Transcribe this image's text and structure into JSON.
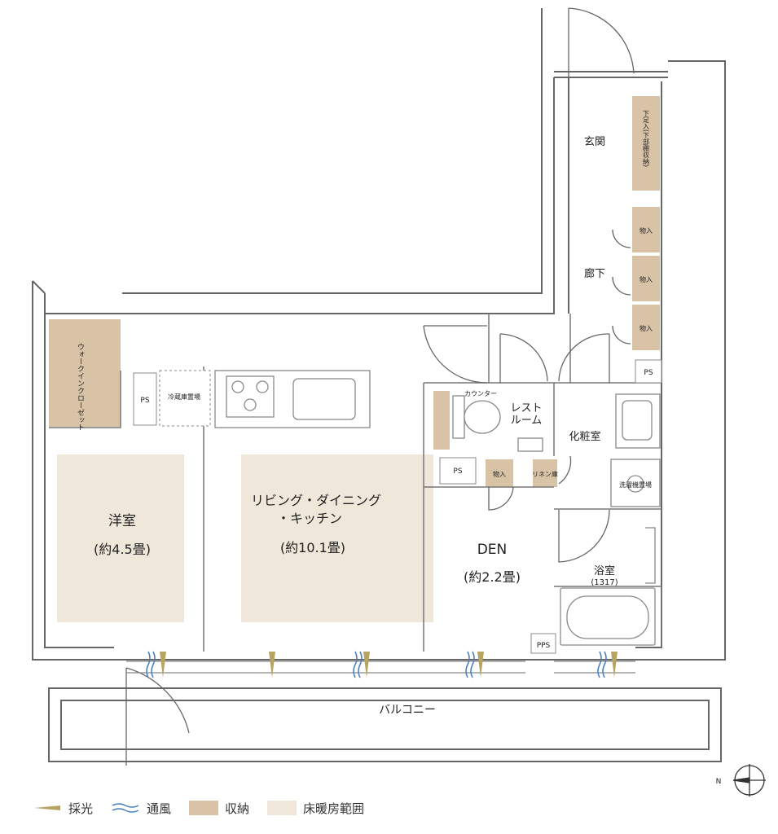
{
  "colors": {
    "storage": "#d9c3a6",
    "floor_heating": "#efe7da",
    "wall": "#8a8a8a",
    "wall_dark": "#555555",
    "light": "#b8a462",
    "wind": "#4a7fc0"
  },
  "rooms": {
    "western_room": {
      "name": "洋室",
      "size": "(約4.5畳)"
    },
    "ldk": {
      "name_line1": "リビング・ダイニング",
      "name_line2": "・キッチン",
      "size": "(約10.1畳)"
    },
    "den": {
      "name": "DEN",
      "size": "(約2.2畳)"
    },
    "entrance": "玄関",
    "hallway": "廊下",
    "restroom_line1": "レスト",
    "restroom_line2": "ルーム",
    "powder_room": "化粧室",
    "bathroom": {
      "name": "浴室",
      "size": "(1317)"
    },
    "balcony": "バルコニー"
  },
  "fixtures": {
    "walk_in_closet": "ウォークインクローゼット",
    "fridge": "冷蔵庫置場",
    "ps": "PS",
    "pps": "PPS",
    "counter": "カウンター",
    "storage": "物入",
    "linen": "リネン庫",
    "shoe_storage": "下足入(下部棚収納)",
    "washer": "洗濯機置場"
  },
  "legend": {
    "light": "採光",
    "wind": "通風",
    "storage": "収納",
    "floor_heating": "床暖房範囲"
  },
  "compass": {
    "north_label": "N"
  }
}
